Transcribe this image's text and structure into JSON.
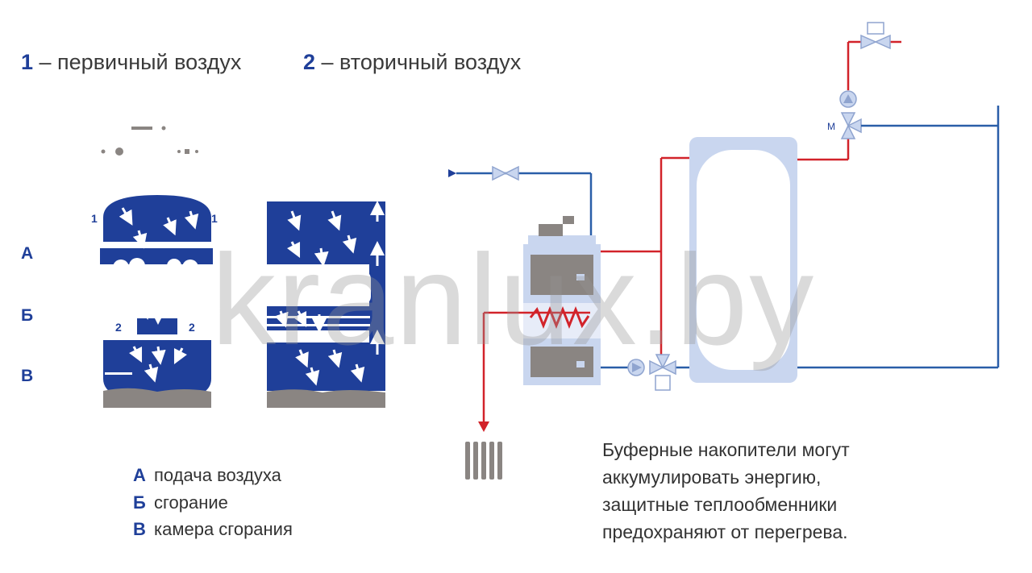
{
  "legend_top": {
    "item1_num": "1",
    "item1_text": " – первичный воздух",
    "item2_num": "2",
    "item2_text": " – вторичный воздух"
  },
  "zones": {
    "a": "А",
    "b": "Б",
    "v": "В"
  },
  "zone_legend": [
    {
      "key": "А",
      "text": "подача воздуха"
    },
    {
      "key": "Б",
      "text": "сгорание"
    },
    {
      "key": "В",
      "text": "камера сгорания"
    }
  ],
  "diagram_labels": {
    "primary": "1",
    "secondary": "2",
    "motor": "M"
  },
  "caption": [
    "Буферные накопители могут",
    "аккумулировать энергию,",
    "защитные теплообменники",
    "предохраняют от перегрева."
  ],
  "watermark": "kranlux.by",
  "colors": {
    "blue": "#1f3f99",
    "hot_pipe": "#d2232a",
    "cold_pipe": "#2a5ea8",
    "tank": "#c9d6ef",
    "grey": "#8a8582"
  }
}
